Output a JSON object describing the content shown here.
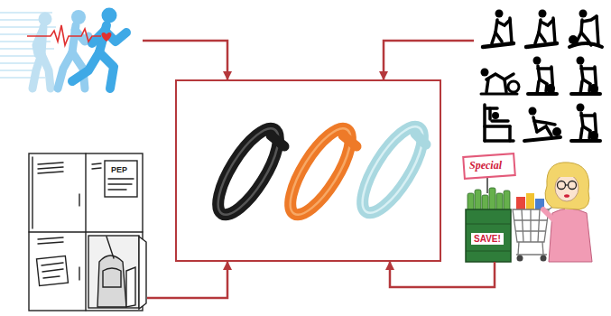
{
  "diagram": {
    "nodes": [
      {
        "text": []
      },
      {
        "text": []
      },
      {
        "text": []
      },
      {
        "text": [
          "PEP"
        ]
      },
      {
        "text": [
          "Special",
          "SAVE!"
        ]
      }
    ],
    "edges": [
      {
        "from": 0,
        "to": 2,
        "arrow": "to"
      },
      {
        "from": 1,
        "to": 2,
        "arrow": "to"
      },
      {
        "from": 3,
        "to": 2,
        "arrow": "to"
      },
      {
        "from": 4,
        "to": 2,
        "arrow": "to"
      }
    ]
  }
}
